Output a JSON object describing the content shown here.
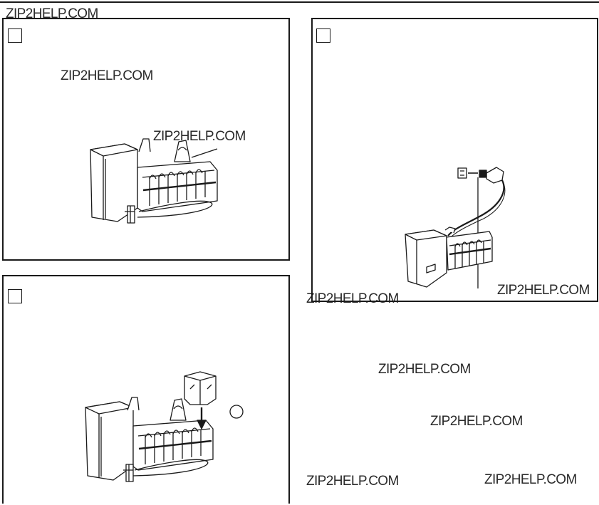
{
  "watermark": "ZIP2HELP.COM",
  "colors": {
    "ink": "#1a1a1a",
    "paper": "#ffffff"
  },
  "panels": [
    {
      "name": "panel-top-left",
      "step_label": ""
    },
    {
      "name": "panel-right",
      "step_label": ""
    },
    {
      "name": "panel-bottom-left",
      "step_label": ""
    }
  ]
}
